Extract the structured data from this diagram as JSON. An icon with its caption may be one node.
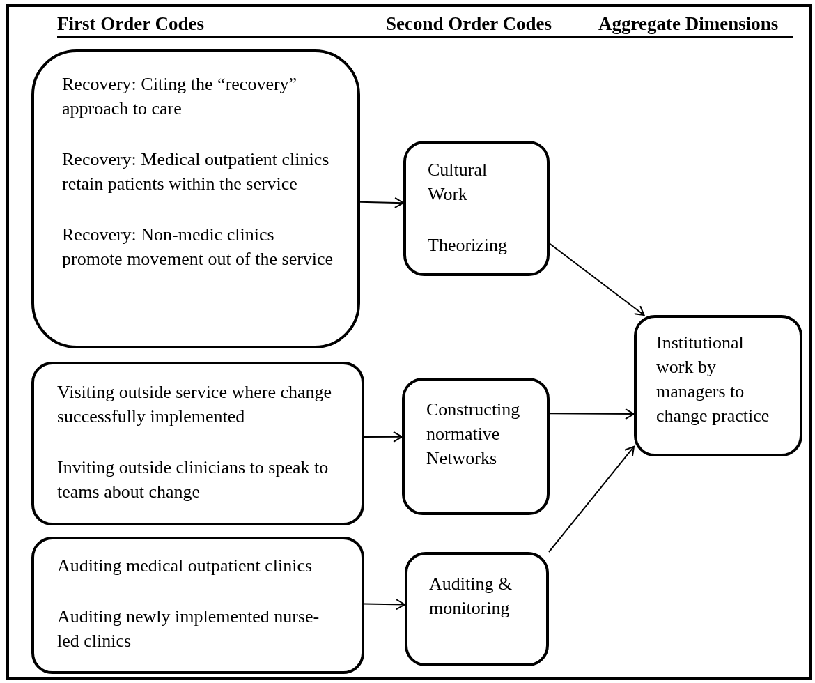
{
  "diagram": {
    "nodes": [
      {
        "text": [
          "Recovery: Citing the “recovery” approach to care",
          "Recovery: Medical outpatient clinics retain patients within the service",
          "Recovery: Non-medic clinics promote movement out of the service"
        ]
      },
      {
        "text": [
          "Cultural Work",
          "Theorizing"
        ]
      },
      {
        "text": [
          "Institutional work by managers to change practice"
        ]
      },
      {
        "text": [
          "Visiting outside service where change successfully implemented",
          "Inviting outside clinicians to speak to teams about change"
        ]
      },
      {
        "text": [
          "Constructing normative Networks"
        ]
      },
      {
        "text": [
          "Auditing medical outpatient clinics",
          "Auditing newly implemented nurse-led clinics"
        ]
      },
      {
        "text": [
          "Auditing & monitoring"
        ]
      }
    ],
    "edges": [
      {
        "from": 0,
        "to": 1,
        "arrow": "to"
      },
      {
        "from": 1,
        "to": 2,
        "arrow": "to"
      },
      {
        "from": 3,
        "to": 4,
        "arrow": "to"
      },
      {
        "from": 4,
        "to": 2,
        "arrow": "to"
      },
      {
        "from": 5,
        "to": 6,
        "arrow": "to"
      },
      {
        "from": 6,
        "to": 2,
        "arrow": "to"
      }
    ],
    "labels": [
      "First Order Codes",
      "Second Order Codes",
      "Aggregate Dimensions"
    ]
  }
}
